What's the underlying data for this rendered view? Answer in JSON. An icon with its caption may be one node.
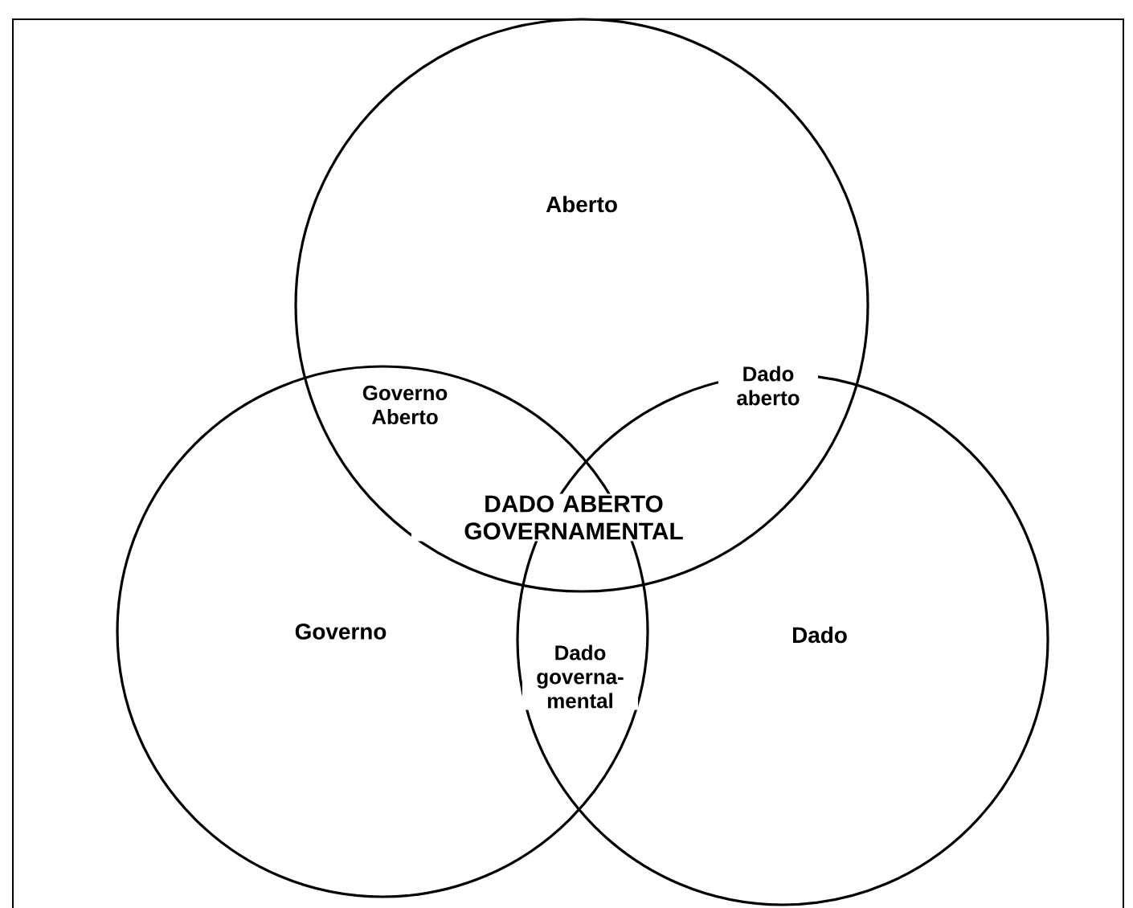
{
  "diagram": {
    "nodes": [
      {
        "text": [
          "Aberto"
        ]
      },
      {
        "text": [
          "Governo"
        ]
      },
      {
        "text": [
          "Dado"
        ]
      }
    ],
    "edges": [],
    "labels": [
      "Governo Aberto",
      "Dado aberto",
      "DADO ABERTO GOVERNAMENTAL",
      "Dado governa- mental"
    ]
  }
}
